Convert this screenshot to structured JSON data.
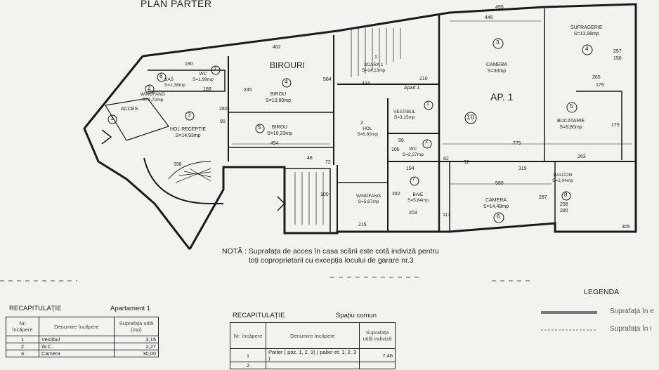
{
  "title": "PLAN PARTER",
  "apartment_label": "AP. 1",
  "rooms": [
    {
      "num": "1",
      "name": "ACCES",
      "area": ""
    },
    {
      "num": "2",
      "name": "WINDFANG",
      "area": "S=1,72mp"
    },
    {
      "num": "3",
      "name": "HOL RECEPTIE",
      "area": "S=14,93mp"
    },
    {
      "num": "4",
      "name": "BIROU",
      "area": "S=13,80mp"
    },
    {
      "num": "5",
      "name": "BIROU",
      "area": "S=10,23mp"
    },
    {
      "num": "6",
      "name": "SAS",
      "area": "S=1,38mp"
    },
    {
      "num": "7",
      "name": "WC",
      "area": "S=1,99mp"
    },
    {
      "num": "1",
      "name": "SCARA 1",
      "area": "S=14,13mp"
    },
    {
      "num": "2",
      "name": "HOL",
      "area": "S=6,80mp"
    },
    {
      "num": "",
      "name": "WINDFANG",
      "area": "S=5,87mp"
    },
    {
      "num": "1",
      "name": "VESTIBUL",
      "area": "S=3,15mp"
    },
    {
      "num": "2",
      "name": "WC",
      "area": "S=2,27mp"
    },
    {
      "num": "7",
      "name": "BAIE",
      "area": "S=5,84mp"
    },
    {
      "num": "3",
      "name": "CAMERA",
      "area": "S=30mp"
    },
    {
      "num": "4",
      "name": "SUFRAGERIE",
      "area": "S=13,98mp"
    },
    {
      "num": "5",
      "name": "BUCATARIE",
      "area": "S=9,80mp"
    },
    {
      "num": "6",
      "name": "CAMERA",
      "area": "S=14,48mp"
    },
    {
      "num": "8",
      "name": "BALCON",
      "area": "S=2,04mp"
    }
  ],
  "zone_labels": {
    "birouri": "BIROURI",
    "apart1": "Apart.1",
    "room10": "10"
  },
  "dims": [
    "495",
    "446",
    "462",
    "584",
    "454",
    "775",
    "580",
    "398",
    "434",
    "305",
    "265",
    "179",
    "319",
    "263",
    "215",
    "203",
    "245",
    "257",
    "150",
    "175",
    "190",
    "168",
    "100",
    "280",
    "90",
    "210",
    "48",
    "72",
    "82",
    "92",
    "99",
    "105",
    "194",
    "282",
    "287",
    "258",
    "280",
    "117"
  ],
  "note": {
    "line1": "NOTĂ : Suprafața de acces în casa scării este cotă indiviză pentru",
    "line2": "toți coproprietarii cu excepția locului de garare nr.3"
  },
  "legend": {
    "title": "LEGENDA",
    "item1": "Suprafața în e",
    "item2": "Suprafața în i"
  },
  "table1": {
    "title": "RECAPITULAȚIE",
    "subtitle": "Apartament 1",
    "headers": [
      "Nr. încăpere",
      "Denumire încăpere",
      "Suprafața utilă (mp)"
    ],
    "rows": [
      [
        "1",
        "Vestibul",
        "3,15"
      ],
      [
        "2",
        "W.C.",
        "2,27"
      ],
      [
        "3",
        "Camera",
        "30,00"
      ]
    ]
  },
  "table2": {
    "title": "RECAPITULAȚIE",
    "subtitle": "Spațiu comun",
    "headers": [
      "Nr. încăpere",
      "Denumire încăpere",
      "Suprafața utilă indiviză"
    ],
    "rows": [
      [
        "1",
        "Parter ( poz. 1, 2, 3) ( palier et. 1, 2, 3 )",
        "7,46"
      ],
      [
        "2",
        "",
        ""
      ]
    ]
  }
}
